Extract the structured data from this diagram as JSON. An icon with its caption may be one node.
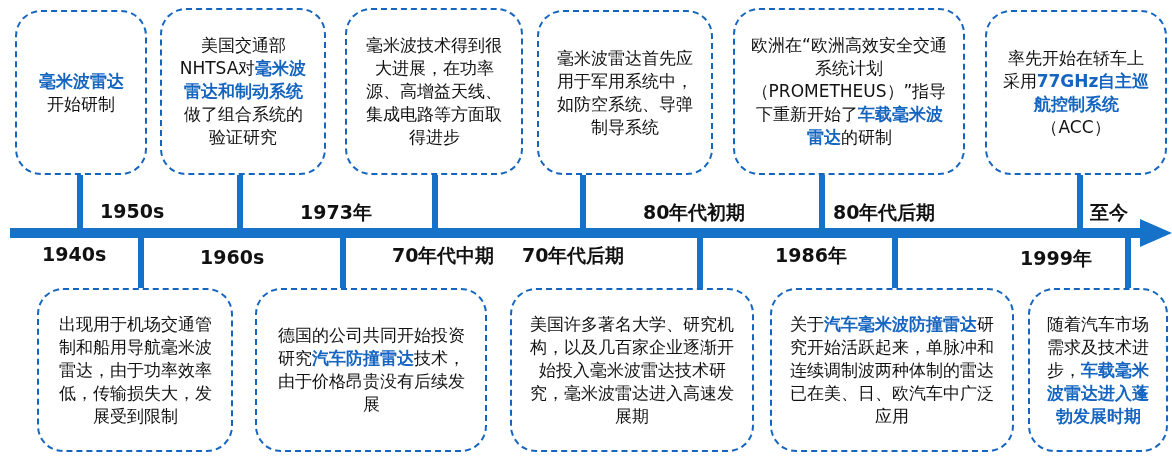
{
  "diagram": {
    "nodes": [
      {
        "text": [
          "**毫米波雷达**开始研制"
        ]
      },
      {
        "text": [
          "美国交通部NHTSA对**毫米波雷达和制动系统**做了组合系统的验证研究"
        ]
      },
      {
        "text": [
          "毫米波技术得到很大进展，在功率源、高增益天线、集成电路等方面取得进步"
        ]
      },
      {
        "text": [
          "毫米波雷达首先应用于军用系统中，如防空系统、导弹制导系统"
        ]
      },
      {
        "text": [
          "欧洲在“欧洲高效安全交通系统计划（PROMETHEUS）”指导下重新开始了**车载毫米波雷达**的研制"
        ]
      },
      {
        "text": [
          "率先开始在轿车上采用**77GHz自主巡航控制系统**（ACC）"
        ]
      },
      {
        "text": [
          "出现用于机场交通管制和船用导航毫米波雷达，由于功率效率低，传输损失大，发展受到限制"
        ]
      },
      {
        "text": [
          "德国的公司共同开始投资研究**汽车防撞雷达**技术，由于价格昂贵没有后续发展"
        ]
      },
      {
        "text": [
          "美国许多著名大学、研究机构，以及几百家企业逐渐开始投入毫米波雷达技术研究，毫米波雷达进入高速发展期"
        ]
      },
      {
        "text": [
          "关于**汽车毫米波防撞雷达**研究开始活跃起来，单脉冲和连续调制波两种体制的雷达已在美、日、欧汽车中广泛应用"
        ]
      },
      {
        "text": [
          "随着汽车市场需求及技术进步，**车载毫米波雷达进入蓬勃发展时期**"
        ]
      }
    ],
    "edges": [],
    "labels": [
      "1950s",
      "1973年",
      "80年代初期",
      "80年代后期",
      "至今",
      "1940s",
      "1960s",
      "70年代中期",
      "70年代后期",
      "1986年",
      "1999年"
    ]
  }
}
